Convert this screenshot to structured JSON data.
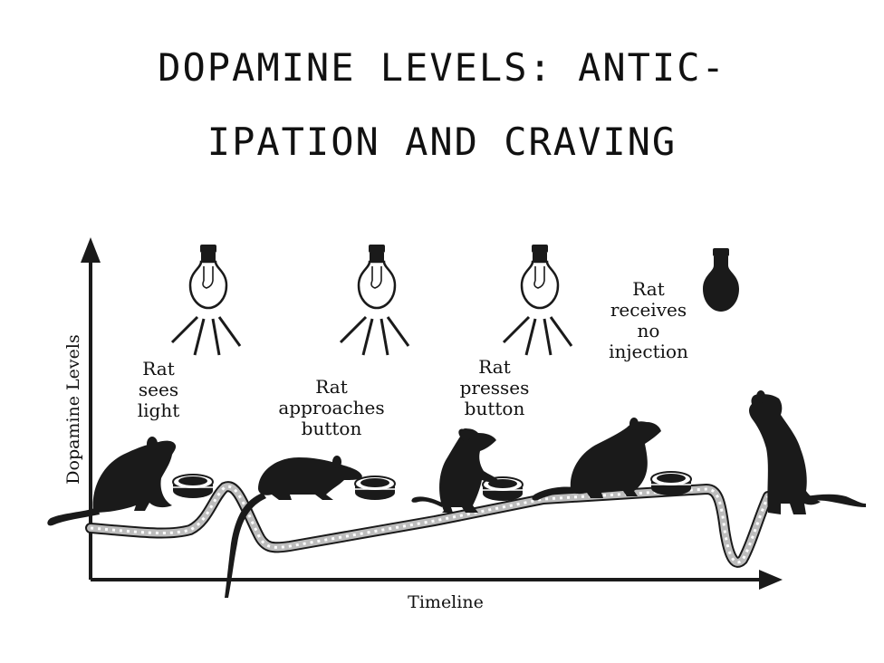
{
  "title": {
    "line1": "DOPAMINE LEVELS: ANTIC-",
    "line2": "IPATION AND CRAVING"
  },
  "axes": {
    "y_label": "Dopamine Levels",
    "x_label": "Timeline"
  },
  "stages": [
    {
      "lines": [
        "Rat",
        "sees",
        "light"
      ],
      "light": "on"
    },
    {
      "lines": [
        "Rat",
        "approaches",
        "button"
      ],
      "light": "on"
    },
    {
      "lines": [
        "Rat",
        "presses",
        "button"
      ],
      "light": "on"
    },
    {
      "lines": [
        "Rat",
        "receives",
        "no",
        "injection"
      ],
      "light": "off"
    }
  ],
  "colors": {
    "ink": "#1a1a1a",
    "curve": "#bdbdbd"
  },
  "icons": [
    "light-bulb-on-icon",
    "light-bulb-off-icon",
    "rat-icon",
    "button-icon"
  ]
}
